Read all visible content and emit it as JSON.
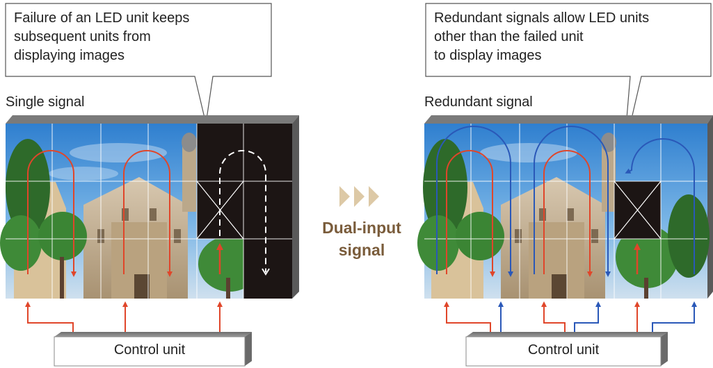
{
  "left": {
    "callout": "Failure of an LED unit keeps\nsubsequent units from\ndisplaying images",
    "signal_label": "Single signal",
    "control_unit": "Control unit"
  },
  "right": {
    "callout": "Redundant signals allow LED units\nother than the failed unit\nto display images",
    "signal_label": "Redundant signal",
    "control_unit": "Control unit"
  },
  "center": {
    "line1": "Dual-input",
    "line2": "signal",
    "arrow_icon": "triple-chevron-right-icon"
  },
  "colors": {
    "single_signal": "#e0462a",
    "redundant_signal": "#2a58b8",
    "accent_arrows": "#ddc9a6",
    "center_text": "#7a5c3b",
    "failed_unit": "#1c1514"
  }
}
